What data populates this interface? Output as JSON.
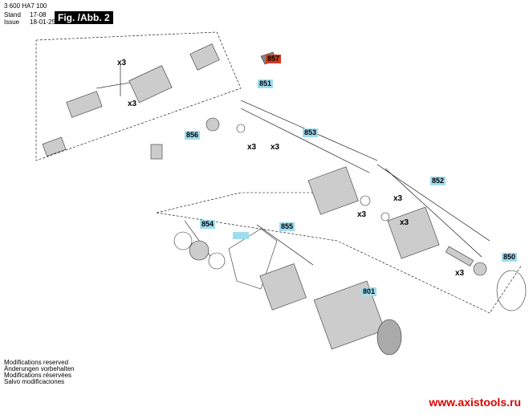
{
  "header": {
    "doc_number": "3 600 HA7 100",
    "stand_label": "Stand",
    "issue_label": "Issue",
    "stand_value": "17-08",
    "issue_value": "18-01-25",
    "figure": "Fig. /Abb. 2"
  },
  "parts": {
    "p857": "857",
    "p851": "851",
    "p856": "856",
    "p853": "853",
    "p852": "852",
    "p854": "854",
    "p855": "855",
    "p850": "850",
    "p801": "801",
    "blank": ""
  },
  "quantity": "x3",
  "footer": {
    "lines": [
      "Modifications reserved",
      "Änderungen vorbehalten",
      "Modifications réservées",
      "Salvo modificaciones"
    ],
    "url": "www.axistools.ru"
  },
  "colors": {
    "label_bg": "#9fdcef",
    "highlight": "#d23a1e",
    "url": "#dd0000"
  }
}
